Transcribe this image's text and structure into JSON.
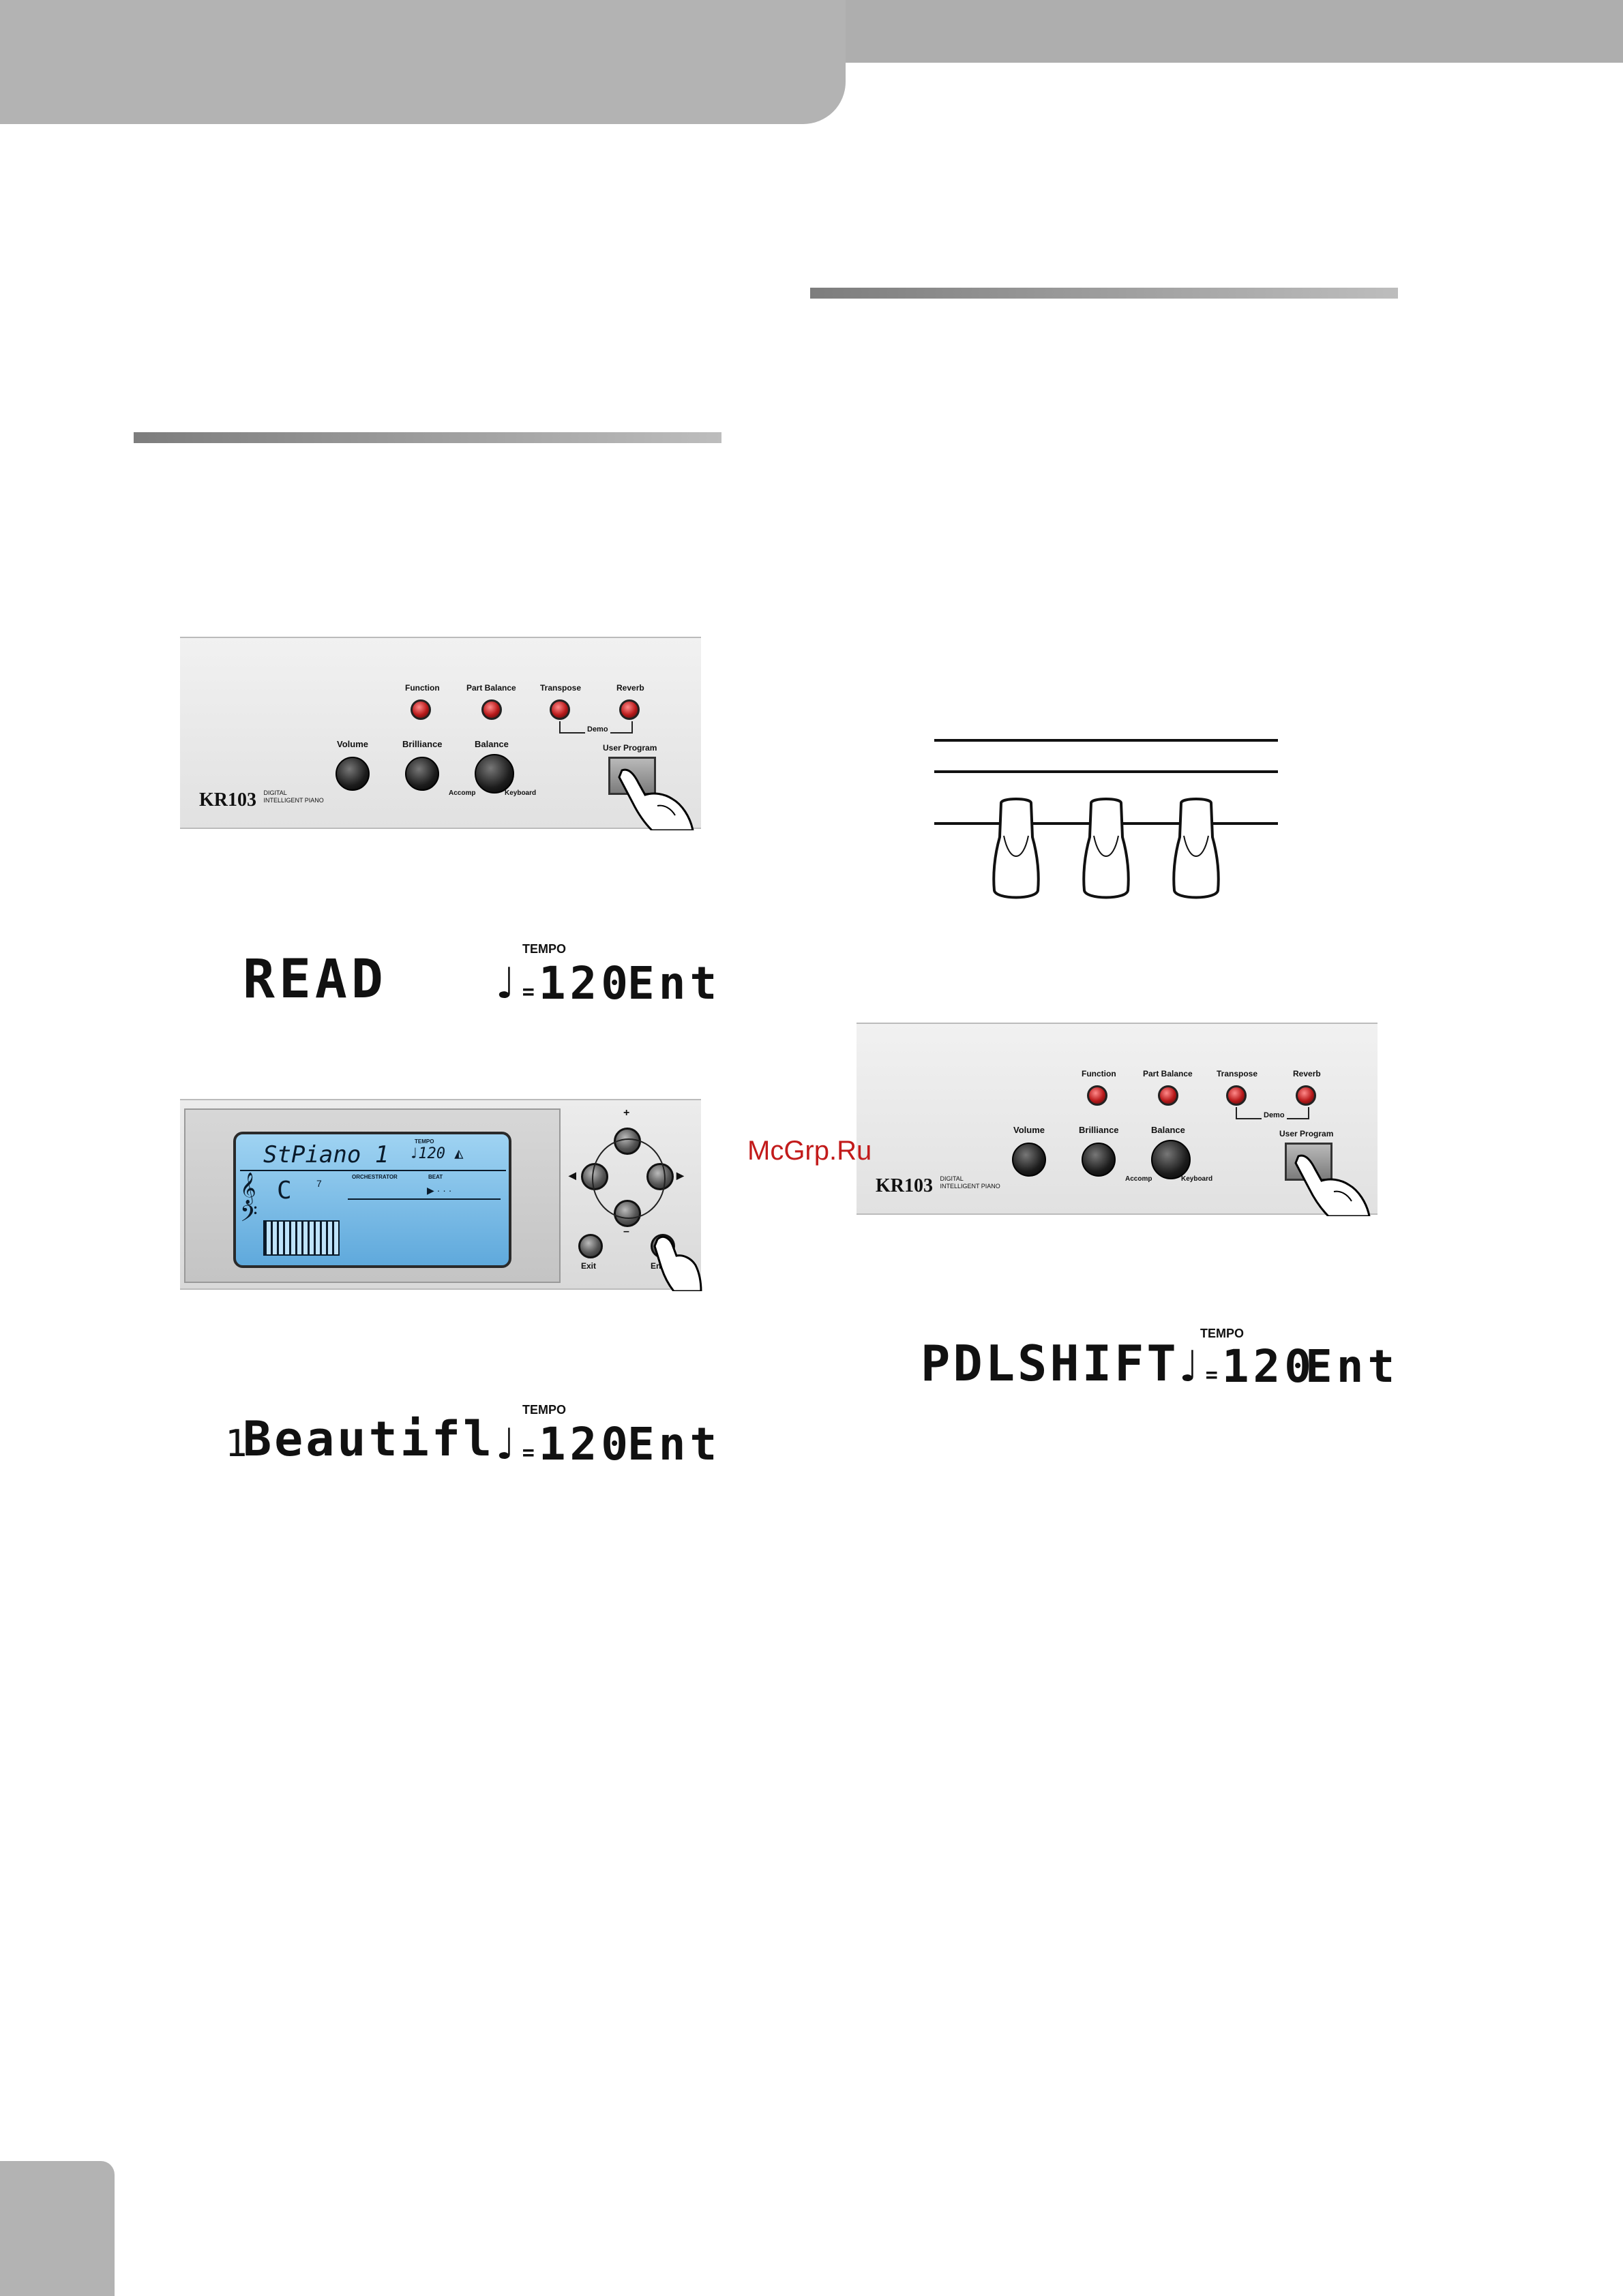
{
  "header": {
    "accent": "#aeaeae"
  },
  "panel1": {
    "model": "KR103",
    "model_sub1": "DIGITAL",
    "model_sub2": "INTELLIGENT PIANO",
    "buttons": [
      "Function",
      "Part Balance",
      "Transpose",
      "Reverb"
    ],
    "demo": "Demo",
    "knobs": [
      "Volume",
      "Brilliance",
      "Balance"
    ],
    "balance_left": "Accomp",
    "balance_right": "Keyboard",
    "user_program": "User Program"
  },
  "display1": {
    "text": "READ",
    "tempo_label": "TEMPO",
    "tempo": "120",
    "ent": "Ent"
  },
  "lcd_panel": {
    "lcd_title": "StPiano 1",
    "lcd_tempo_label": "TEMPO",
    "lcd_tempo": "120",
    "chord": "C",
    "chord_ext": "7",
    "orchestrator": "ORCHESTRATOR",
    "beat": "BEAT",
    "plus": "+",
    "minus": "–",
    "exit": "Exit",
    "enter": "Enter"
  },
  "display2": {
    "prefix": "1",
    "text": "Beautifl",
    "tempo_label": "TEMPO",
    "tempo": "120",
    "ent": "Ent"
  },
  "panel2": {
    "model": "KR103",
    "model_sub1": "DIGITAL",
    "model_sub2": "INTELLIGENT PIANO",
    "buttons": [
      "Function",
      "Part Balance",
      "Transpose",
      "Reverb"
    ],
    "demo": "Demo",
    "knobs": [
      "Volume",
      "Brilliance",
      "Balance"
    ],
    "balance_left": "Accomp",
    "balance_right": "Keyboard",
    "user_program": "User Program"
  },
  "display3": {
    "text": "PDLSHIFT",
    "tempo_label": "TEMPO",
    "tempo": "120",
    "ent": "Ent"
  },
  "watermark": "McGrp.Ru",
  "colors": {
    "rule": "#9a9a9a",
    "watermark": "#c21b1b",
    "lcd": "#7fc0ea"
  }
}
